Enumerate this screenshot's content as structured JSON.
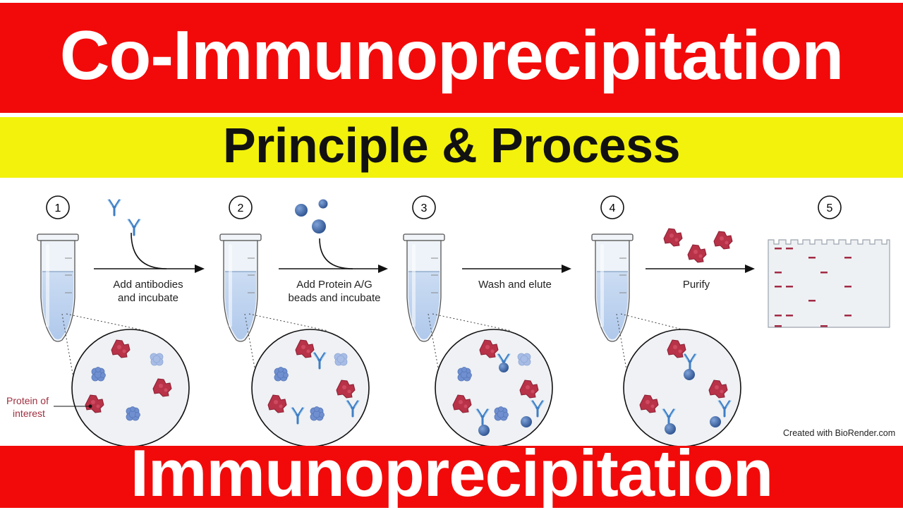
{
  "header": {
    "title": "Co-Immunoprecipitation",
    "subtitle": "Principle & Process"
  },
  "footer": {
    "title": "Immunoprecipitation"
  },
  "diagram": {
    "steps": [
      {
        "number": "1",
        "label_line1": "Add antibodies",
        "label_line2": "and incubate"
      },
      {
        "number": "2",
        "label_line1": "Add Protein A/G",
        "label_line2": "beads and incubate"
      },
      {
        "number": "3",
        "label_line1": "Wash and elute",
        "label_line2": ""
      },
      {
        "number": "4",
        "label_line1": "Purify",
        "label_line2": ""
      },
      {
        "number": "5",
        "label_line1": "",
        "label_line2": ""
      }
    ],
    "callout_line1": "Protein of",
    "callout_line2": "interest",
    "credit": "Created with BioRender.com"
  },
  "colors": {
    "banner_red": "#f20a0a",
    "banner_yellow": "#f2f20d",
    "protein_of_interest": "#b83248",
    "other_protein": "#6f8fd0",
    "bead": "#3c64a6",
    "antibody": "#3f7ec4"
  }
}
